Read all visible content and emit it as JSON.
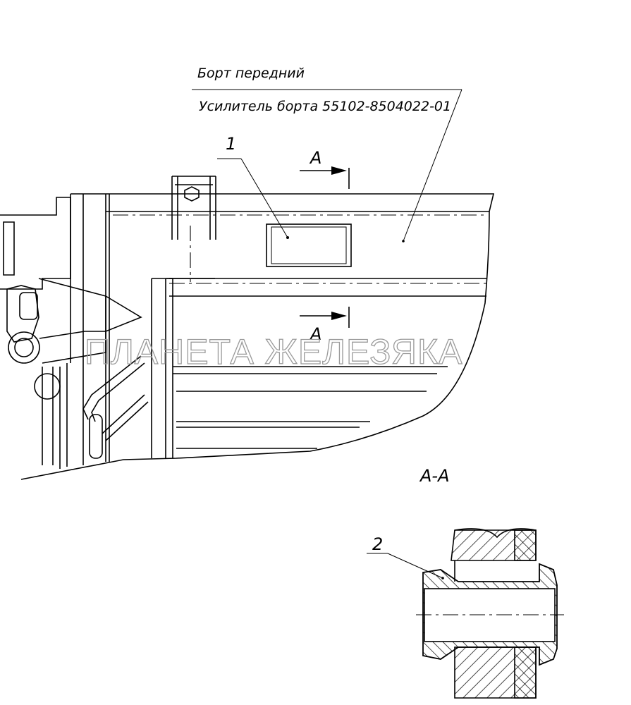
{
  "labels": {
    "front_side": "Борт передний",
    "reinforcement": "Усилитель борта 55102-8504022-01",
    "callout_1": "1",
    "callout_2": "2",
    "section_mark_top": "А",
    "section_mark_bottom": "А",
    "section_title": "А-А"
  },
  "watermark": "ПЛАНЕТА ЖЕЛЕЗЯКА",
  "colors": {
    "line": "#000000",
    "watermark": "#9a9a9a",
    "background": "#ffffff"
  }
}
